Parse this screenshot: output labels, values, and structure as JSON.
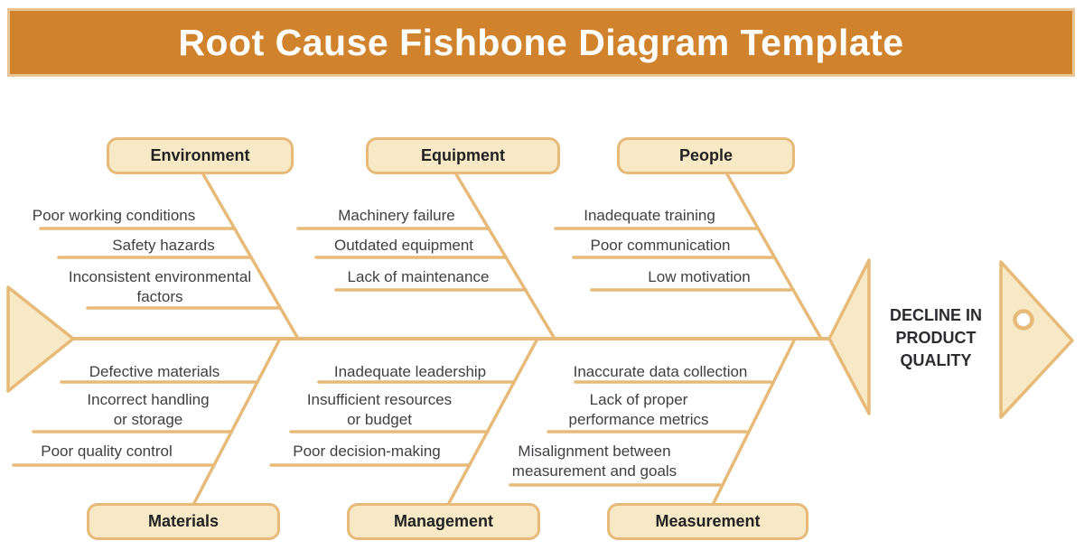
{
  "title": "Root Cause Fishbone Diagram Template",
  "effect_label": "DECLINE IN\nPRODUCT\nQUALITY",
  "colors": {
    "banner_bg": "#D0832C",
    "banner_border": "#E9C494",
    "banner_text": "#FFFFFF",
    "shape_fill": "#F7E9C5",
    "line": "#E7BA79",
    "category_text": "#222222",
    "cause_text": "#3F3F41",
    "effect_text": "#2B2B30"
  },
  "sections": [
    {
      "label": "Environment",
      "side": "top",
      "causes": [
        "Poor working conditions",
        "Safety hazards",
        "Inconsistent environmental\nfactors"
      ]
    },
    {
      "label": "Equipment",
      "side": "top",
      "causes": [
        "Machinery failure",
        "Outdated equipment",
        "Lack of maintenance"
      ]
    },
    {
      "label": "People",
      "side": "top",
      "causes": [
        "Inadequate training",
        "Poor communication",
        "Low motivation"
      ]
    },
    {
      "label": "Materials",
      "side": "bottom",
      "causes": [
        "Defective materials",
        "Incorrect handling\nor storage",
        "Poor quality control"
      ]
    },
    {
      "label": "Management",
      "side": "bottom",
      "causes": [
        "Inadequate leadership",
        "Insufficient resources\nor budget",
        "Poor decision-making"
      ]
    },
    {
      "label": "Measurement",
      "side": "bottom",
      "causes": [
        "Inaccurate data collection",
        "Lack of proper\nperformance metrics",
        "Misalignment between\nmeasurement and goals"
      ]
    }
  ]
}
